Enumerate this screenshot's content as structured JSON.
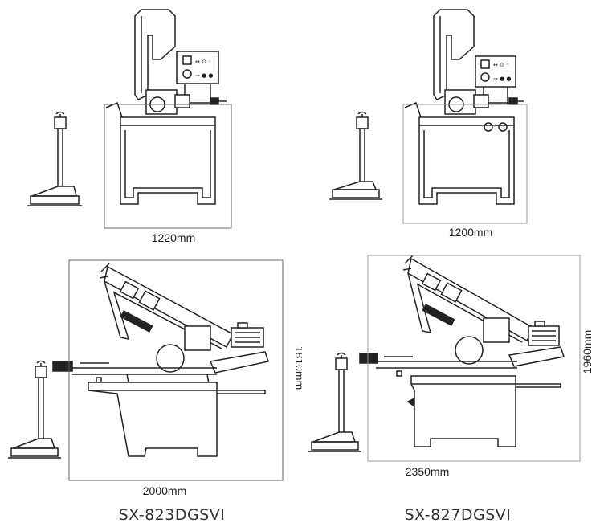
{
  "diagrams": {
    "top_left": {
      "width_label": "1220mm"
    },
    "top_right": {
      "width_label": "1200mm"
    },
    "bottom_left": {
      "width_label": "2000mm",
      "height_label": "1810mm"
    },
    "bottom_right": {
      "width_label": "2350mm",
      "height_label": "1960mm"
    }
  },
  "models": {
    "left": "SX-823DGSVI",
    "right": "SX-827DGSVI"
  }
}
